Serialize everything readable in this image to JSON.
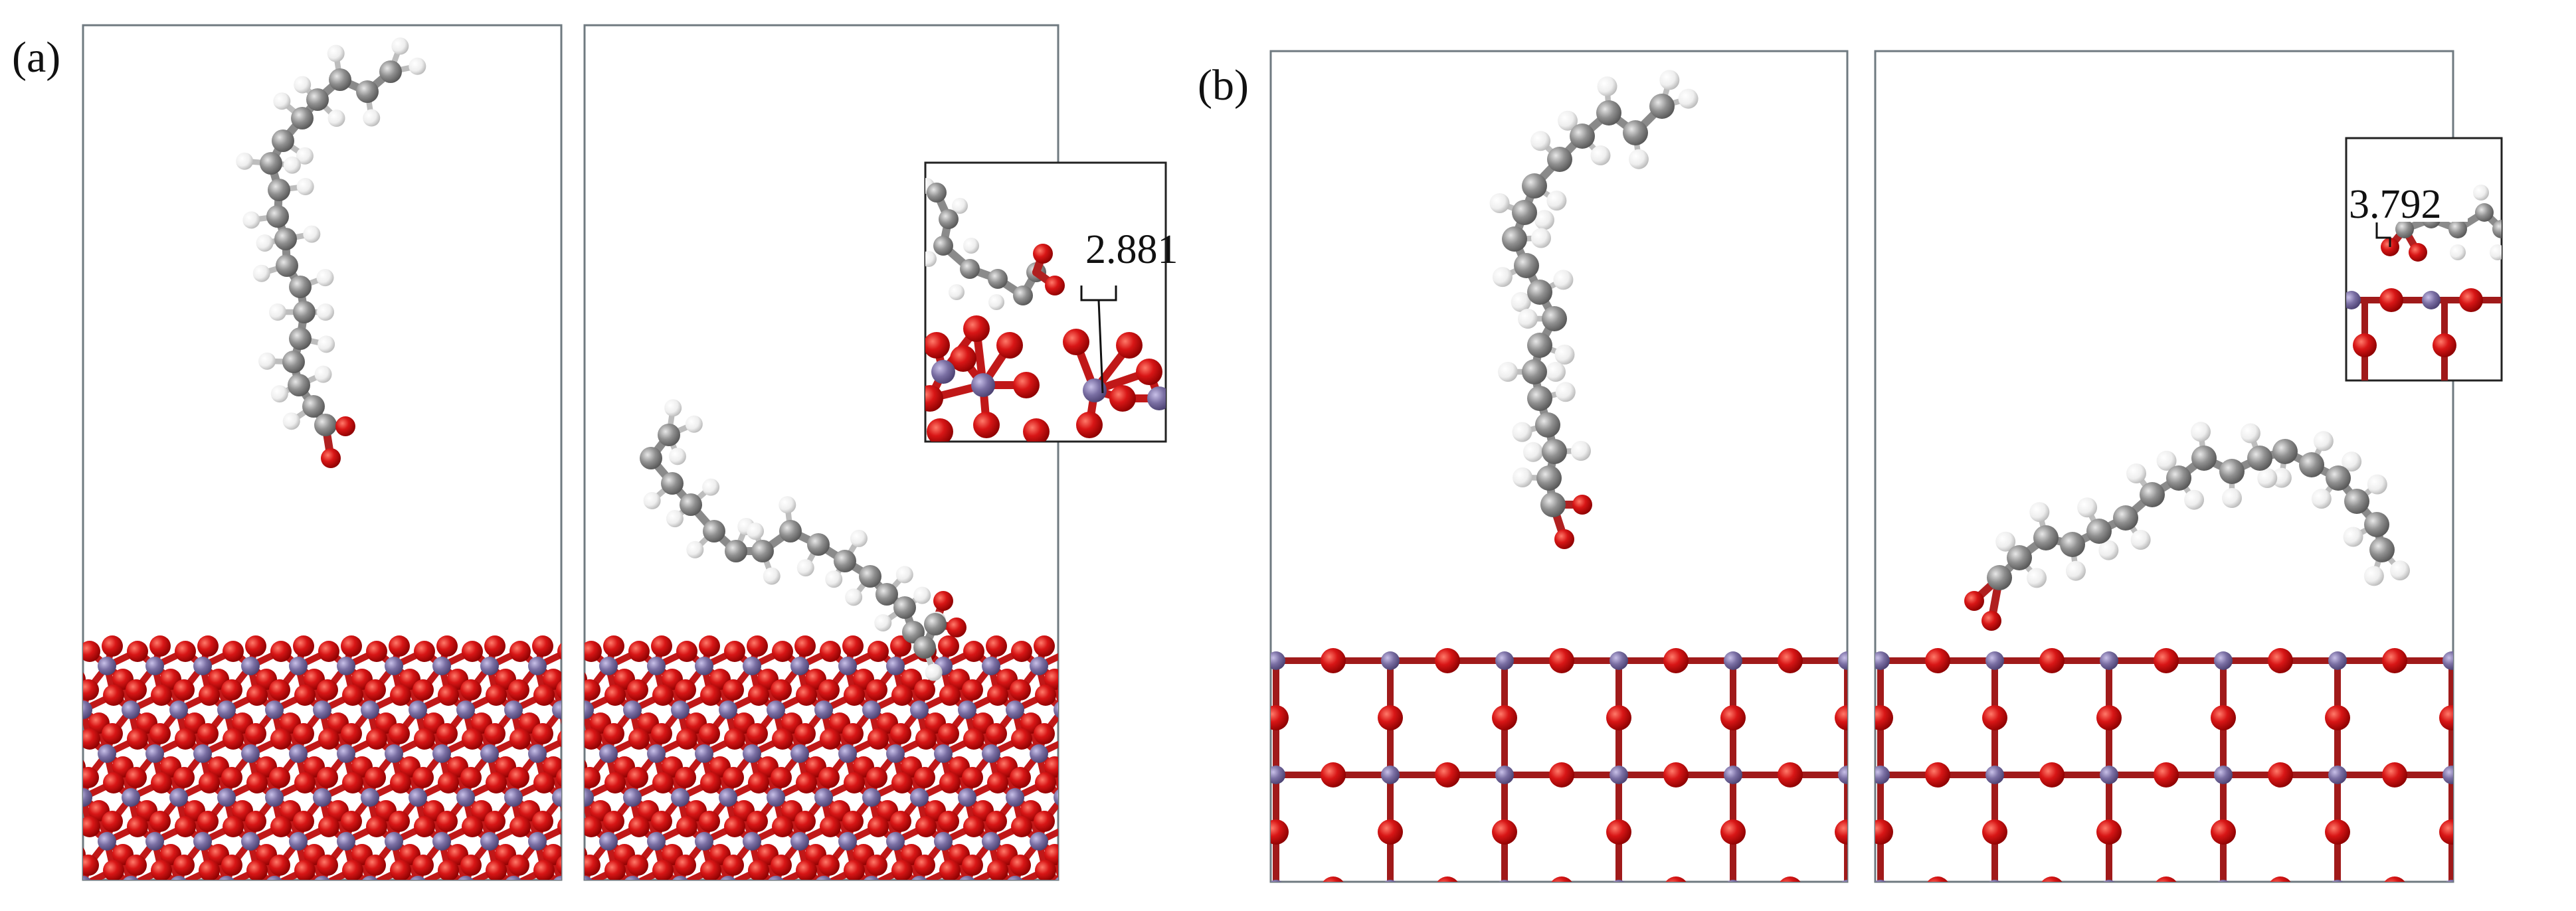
{
  "panel_labels": {
    "a": "(a)",
    "b": "(b)"
  },
  "insets": {
    "a_distance": "2.881",
    "b_distance": "3.792"
  },
  "colors": {
    "oxygen": "#d01010",
    "oxygen_highlight": "#ff6a5a",
    "metal": "#7a6fa3",
    "metal_highlight": "#b9b0dc",
    "carbon": "#8c8c8c",
    "carbon_highlight": "#d4d4d4",
    "hydrogen": "#f4f4f4",
    "frame": "#6f7a80"
  }
}
